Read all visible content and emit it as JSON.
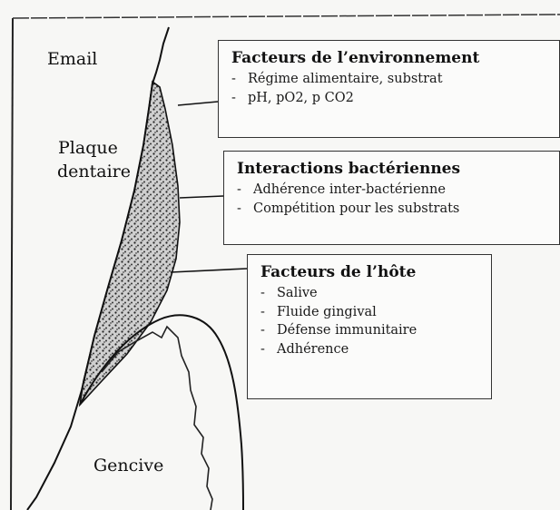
{
  "labels": {
    "email": "Email",
    "plaque_line1": "Plaque",
    "plaque_line2": "dentaire",
    "gencive": "Gencive"
  },
  "boxes": [
    {
      "title": "Facteurs de l’environnement",
      "items": [
        "Régime alimentaire, substrat",
        "pH, pO2, p CO2"
      ]
    },
    {
      "title": "Interactions bactériennes",
      "items": [
        "Adhérence inter-bactérienne",
        "Compétition pour les substrats"
      ]
    },
    {
      "title": "Facteurs de l’hôte",
      "items": [
        "Salive",
        "Fluide gingival",
        "Défense immunitaire",
        "Adhérence"
      ]
    }
  ],
  "bullet": "-"
}
